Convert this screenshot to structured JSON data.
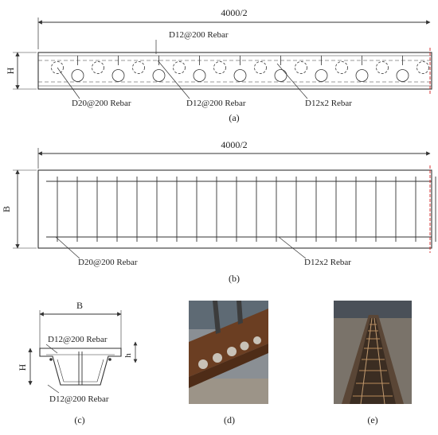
{
  "panel_a": {
    "dimension": "4000/2",
    "height_label": "H",
    "rebar_top": "D12@200 Rebar",
    "rebar_bottom_left": "D20@200 Rebar",
    "rebar_bottom_mid": "D12@200 Rebar",
    "rebar_right": "D12x2 Rebar",
    "caption": "(a)"
  },
  "panel_b": {
    "dimension": "4000/2",
    "width_label": "B",
    "rebar_left": "D20@200 Rebar",
    "rebar_right": "D12x2 Rebar",
    "caption": "(b)"
  },
  "panel_c": {
    "width_label": "B",
    "height_label": "H",
    "flange_label": "h",
    "rebar_top": "D12@200 Rebar",
    "rebar_bottom": "D12@200 Rebar",
    "caption": "(c)"
  },
  "panel_d": {
    "caption": "(d)"
  },
  "panel_e": {
    "caption": "(e)"
  },
  "colors": {
    "line": "#333333",
    "cut_line": "#d22020",
    "photo_d_metal": "#6b3e22",
    "photo_e_metal": "#5a4636"
  }
}
